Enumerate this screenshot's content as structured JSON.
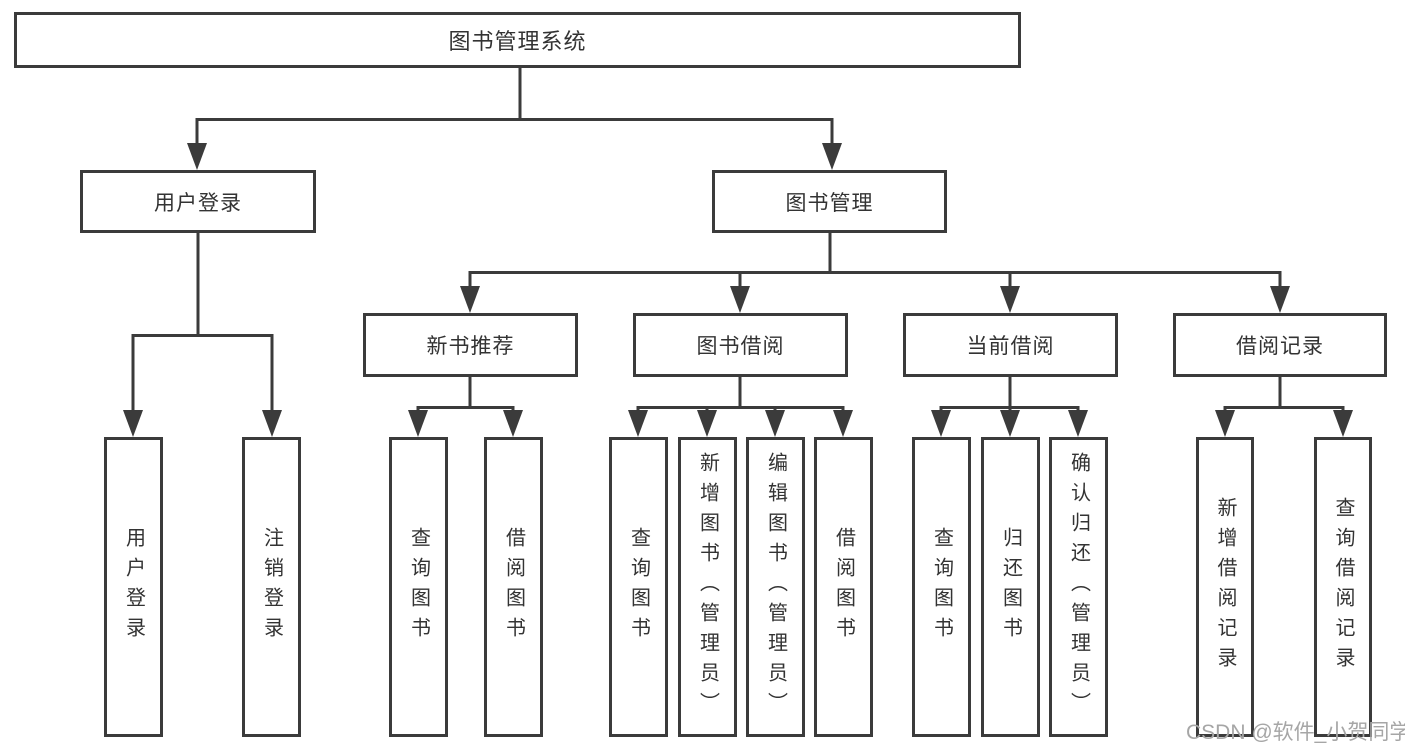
{
  "diagram": {
    "root": {
      "label": "图书管理系统"
    },
    "branches": [
      {
        "label": "用户登录",
        "children": [
          {
            "label": "用户登录"
          },
          {
            "label": "注销登录"
          }
        ]
      },
      {
        "label": "图书管理",
        "children": [
          {
            "label": "新书推荐",
            "children": [
              {
                "label": "查询图书"
              },
              {
                "label": "借阅图书"
              }
            ]
          },
          {
            "label": "图书借阅",
            "children": [
              {
                "label": "查询图书"
              },
              {
                "label": "新增图书（管理员）"
              },
              {
                "label": "编辑图书（管理员）"
              },
              {
                "label": "借阅图书"
              }
            ]
          },
          {
            "label": "当前借阅",
            "children": [
              {
                "label": "查询图书"
              },
              {
                "label": "归还图书"
              },
              {
                "label": "确认归还（管理员）"
              }
            ]
          },
          {
            "label": "借阅记录",
            "children": [
              {
                "label": "新增借阅记录"
              },
              {
                "label": "查询借阅记录"
              }
            ]
          }
        ]
      }
    ]
  },
  "colors": {
    "line": "#3b3b3b",
    "text": "#333333",
    "watermark": "#a6a6a6"
  },
  "watermark": {
    "text": "CSDN @软件_小贺同学"
  }
}
